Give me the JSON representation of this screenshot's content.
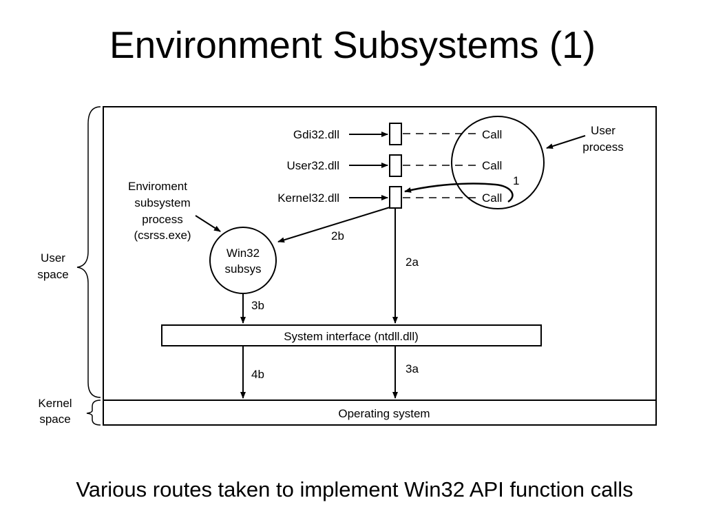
{
  "title": "Environment Subsystems (1)",
  "caption": "Various routes taken to implement Win32 API function calls",
  "diagram": {
    "dlls": [
      "Gdi32.dll",
      "User32.dll",
      "Kernel32.dll"
    ],
    "calls": [
      "Call",
      "Call",
      "Call"
    ],
    "user_process_label": [
      "User",
      "process"
    ],
    "env_subsystem_label": [
      "Enviroment",
      "subsystem",
      "process",
      "(csrss.exe)"
    ],
    "win32_label": [
      "Win32",
      "subsys"
    ],
    "system_interface": "System interface (ntdll.dll)",
    "operating_system": "Operating system",
    "user_space_label": [
      "User",
      "space"
    ],
    "kernel_space_label": [
      "Kernel",
      "space"
    ],
    "route_labels": {
      "one": "1",
      "two_a": "2a",
      "two_b": "2b",
      "three_a": "3a",
      "three_b": "3b",
      "four_b": "4b"
    }
  }
}
